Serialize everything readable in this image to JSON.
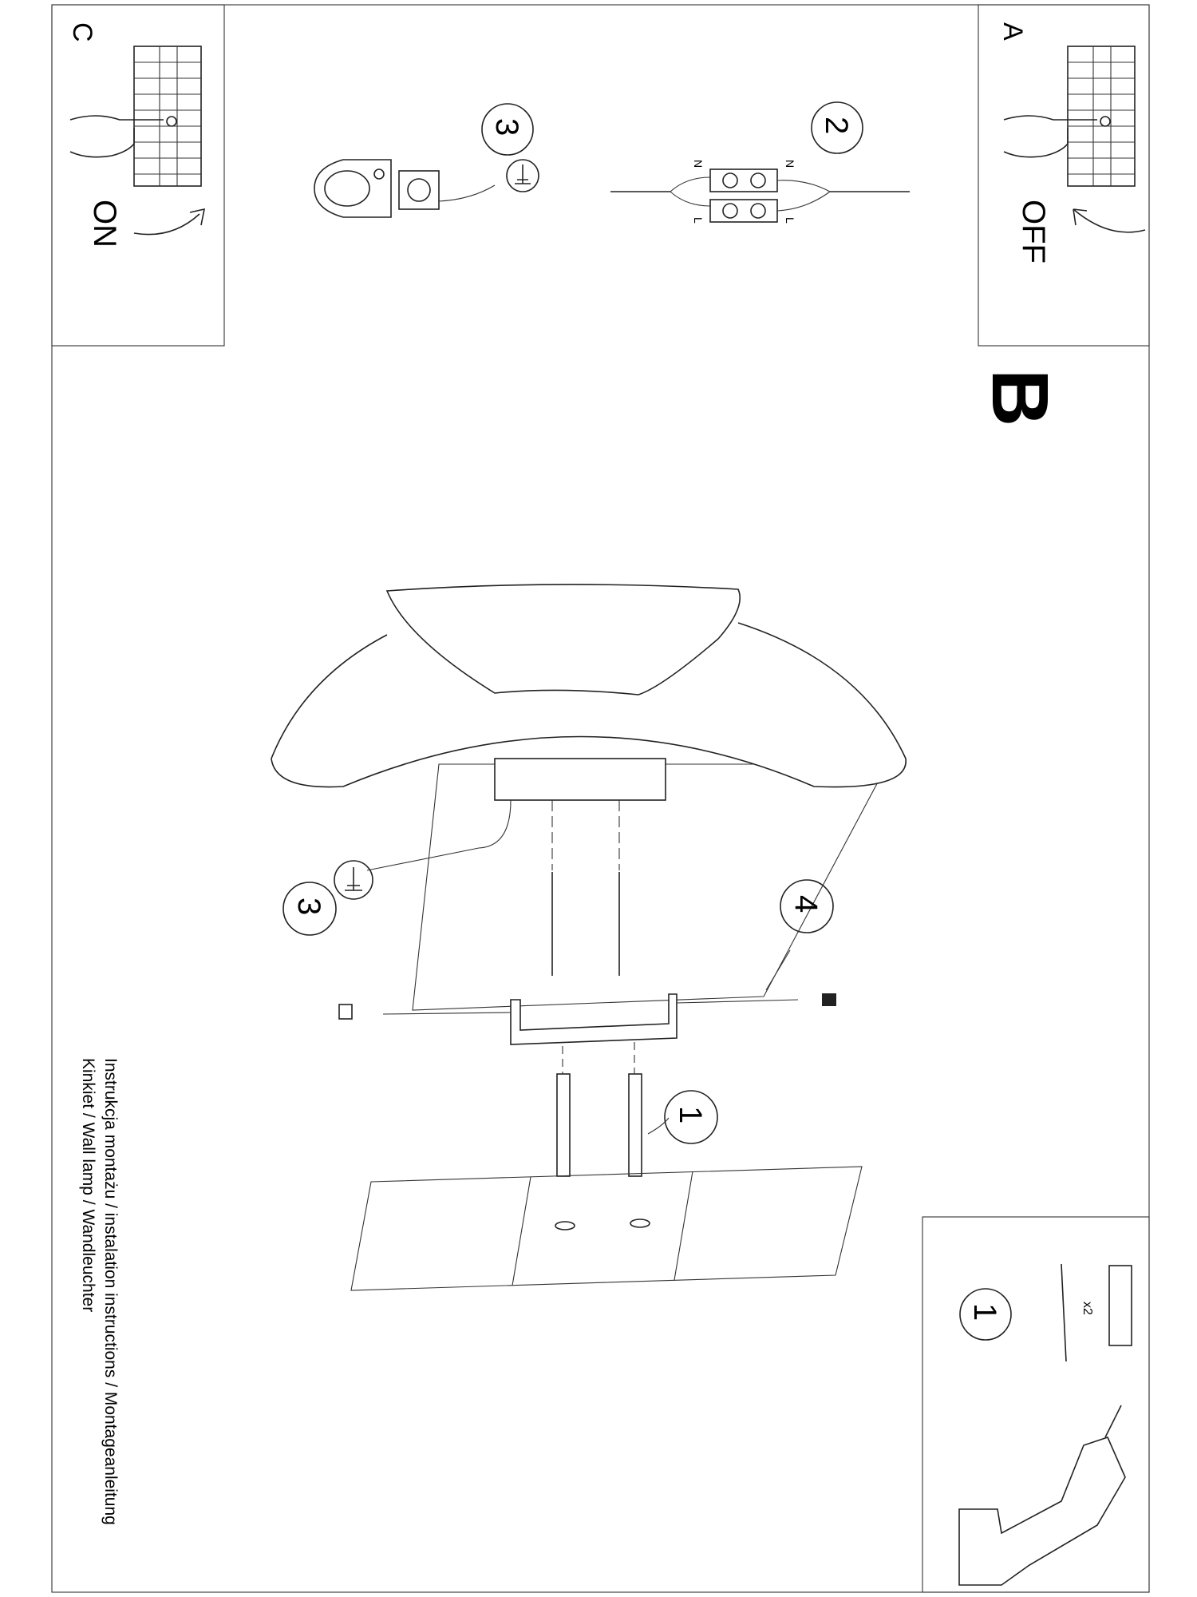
{
  "panels": {
    "a": {
      "letter": "A",
      "label": "OFF"
    },
    "b": {
      "letter": "B"
    },
    "c": {
      "letter": "C",
      "label": "ON"
    }
  },
  "steps": {
    "step2": "2",
    "step3_top": "3",
    "step3_main": "3",
    "step4": "4",
    "step1_main": "1",
    "step1_box": "1"
  },
  "wiring": {
    "n_left": "N",
    "n_right": "N",
    "l_left": "L",
    "l_right": "L"
  },
  "parts": {
    "quantity": "x2"
  },
  "footer": {
    "line1": "Instrukcja montażu / instalation instructions / Montageanleitung",
    "line2": "Kinkiet / Wall lamp / Wandleuchter"
  }
}
